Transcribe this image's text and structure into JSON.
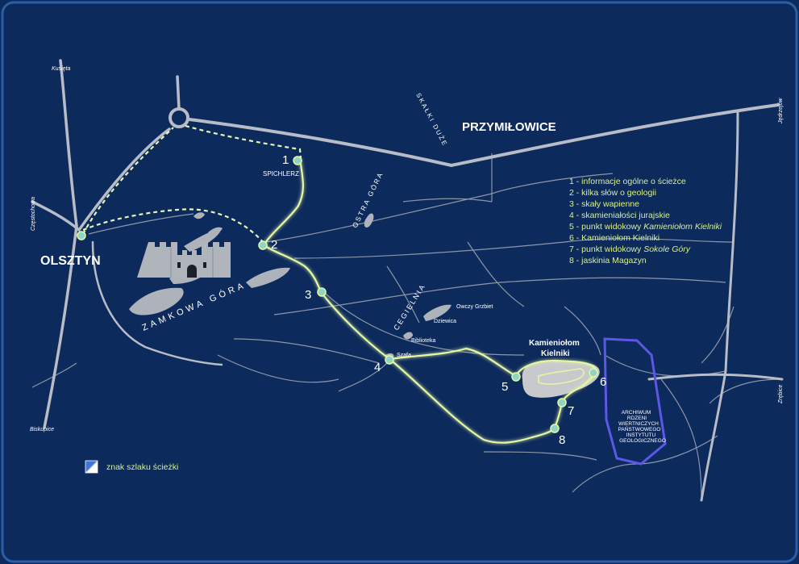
{
  "colors": {
    "background": "#0d2a5c",
    "border": "#2a5ea8",
    "road": "#b8bcc6",
    "path_minor": "#8d96a8",
    "trail": "#e4f7a2",
    "trail_glow": "#c8ef7a",
    "dashed": "#e8f5b8",
    "stop": "#8fd4c8",
    "lake": "#aeb3bb",
    "quarry": "#c7c9cc",
    "archive": "#5b58e6",
    "legend_text": "#d9f08a",
    "label": "#ffffff"
  },
  "places": {
    "olsztyn": "OLSZTYN",
    "przymilowice": "PRZYMIŁOWICE",
    "zamkowa_gora": "ZAMKOWA GÓRA",
    "ostra_gora": "OSTRA GÓRA",
    "cegielnia": "CEGIELNIA",
    "skalki_duze": "SKAŁKI DUŻE",
    "spichlerz": "SPICHLERZ",
    "owczy_grzbiet": "Owczy Grzbiet",
    "dziewica": "Dziewica",
    "biblioteka": "Biblioteka",
    "szafa": "Szafa",
    "kamieniolom_line1": "Kamieniołom",
    "kamieniolom_line2": "Kielniki"
  },
  "directions": {
    "kusiety": "Kusięta",
    "czestochowa": "Częstochowa",
    "biskupice": "Biskupice",
    "jedrzejow": "Jędrzejów",
    "zrebice": "Zrębice"
  },
  "archive": [
    "ARCHIWUM",
    "RDZENI",
    "WIERTNICZYCH",
    "PAŃSTWOWEGO",
    "INSTYTUTU",
    "GEOLOGICZNEGO"
  ],
  "stops": [
    {
      "number": "1",
      "label": "1 - informacje ogólne o ścieżce",
      "icon": "trail-stop-icon"
    },
    {
      "number": "2",
      "label": "2 - kilka słów o geologii",
      "icon": "trail-stop-icon"
    },
    {
      "number": "3",
      "label": "3 - skały wapienne",
      "icon": "trail-stop-icon"
    },
    {
      "number": "4",
      "label": "4 - skamieniałości jurajskie",
      "icon": "trail-stop-icon"
    },
    {
      "number": "5",
      "label": "5 - punkt widokowy ",
      "label_italic": "Kamieniołom Kielniki",
      "icon": "trail-stop-icon"
    },
    {
      "number": "6",
      "label": "6 - Kamieniołom Kielniki",
      "icon": "trail-stop-icon"
    },
    {
      "number": "7",
      "label": "7 - punkt widokowy ",
      "label_italic": "Sokole Góry",
      "icon": "trail-stop-icon"
    },
    {
      "number": "8",
      "label": "8 - jaskinia Magazyn",
      "icon": "trail-stop-icon"
    },
    {
      "number": "",
      "label": "",
      "icon": "trail-stop-icon"
    }
  ],
  "trail_sign": {
    "label": "znak szlaku ścieżki",
    "icon": "trail-sign-icon"
  },
  "icons": {
    "castle": "castle-ruins-icon",
    "roundabout": "roundabout-icon"
  }
}
